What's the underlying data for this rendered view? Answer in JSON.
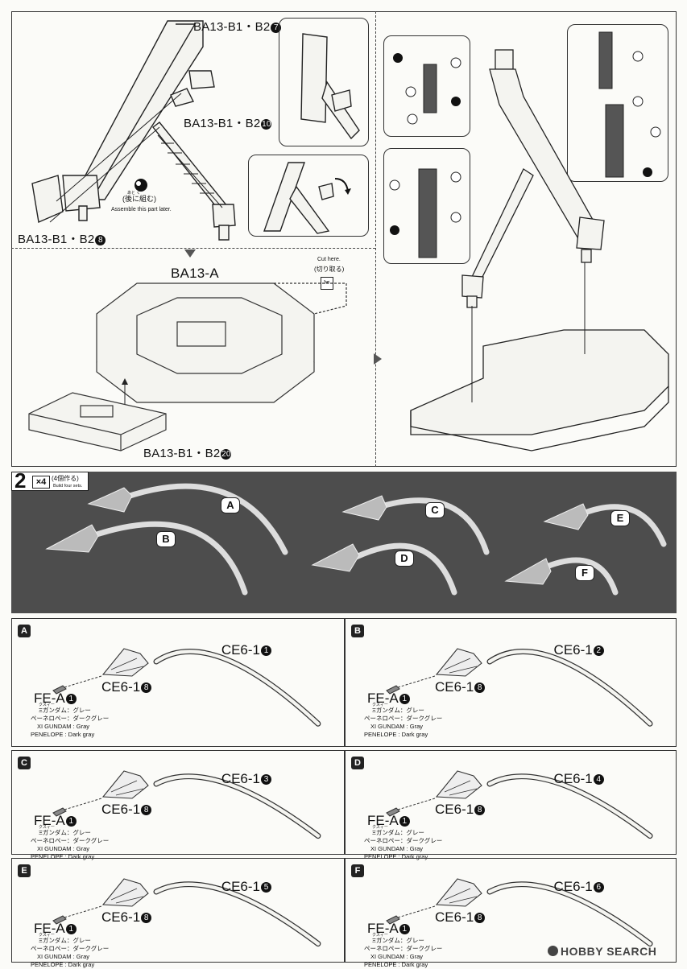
{
  "step1": {
    "top_left": {
      "part_b7": "BA13-B1・B2",
      "part_b7_num": "7",
      "part_b10": "BA13-B1・B2",
      "part_b10_num": "10",
      "part_b8": "BA13-B1・B2",
      "part_b8_num": "8",
      "note_jp": "(後に組む)",
      "note_furigana": "あと く",
      "note_en": "Assemble this part later."
    },
    "base": {
      "title": "BA13-A",
      "cut_en": "Cut here.",
      "cut_jp": "(切り取る)",
      "part_b20": "BA13-B1・B2",
      "part_b20_num": "20"
    }
  },
  "step2": {
    "number": "2",
    "multiplier": "×4",
    "multiplier_jp": "(4個作る)",
    "multiplier_en": "Build four sets.",
    "effect_letters": [
      "A",
      "B",
      "C",
      "D",
      "E",
      "F"
    ]
  },
  "panels": [
    {
      "letter": "A",
      "curve": "CE6-1",
      "curve_num": "1",
      "tip": "CE6-1",
      "tip_num": "8",
      "fe": "FE-A",
      "fe_num": "1",
      "furigana": "クスィー",
      "c1": "Ξガンダム：グレー",
      "c2": "ペーネロペー：ダークグレー",
      "c3": "XI GUNDAM : Gray",
      "c4": "PENELOPE : Dark gray"
    },
    {
      "letter": "B",
      "curve": "CE6-1",
      "curve_num": "2",
      "tip": "CE6-1",
      "tip_num": "8",
      "fe": "FE-A",
      "fe_num": "1",
      "furigana": "クスィー",
      "c1": "Ξガンダム：グレー",
      "c2": "ペーネロペー：ダークグレー",
      "c3": "XI GUNDAM : Gray",
      "c4": "PENELOPE : Dark gray"
    },
    {
      "letter": "C",
      "curve": "CE6-1",
      "curve_num": "3",
      "tip": "CE6-1",
      "tip_num": "8",
      "fe": "FE-A",
      "fe_num": "1",
      "furigana": "クスィー",
      "c1": "Ξガンダム：グレー",
      "c2": "ペーネロペー：ダークグレー",
      "c3": "XI GUNDAM : Gray",
      "c4": "PENELOPE : Dark gray"
    },
    {
      "letter": "D",
      "curve": "CE6-1",
      "curve_num": "4",
      "tip": "CE6-1",
      "tip_num": "8",
      "fe": "FE-A",
      "fe_num": "1",
      "furigana": "クスィー",
      "c1": "Ξガンダム：グレー",
      "c2": "ペーネロペー：ダークグレー",
      "c3": "XI GUNDAM : Gray",
      "c4": "PENELOPE : Dark gray"
    },
    {
      "letter": "E",
      "curve": "CE6-1",
      "curve_num": "5",
      "tip": "CE6-1",
      "tip_num": "8",
      "fe": "FE-A",
      "fe_num": "1",
      "furigana": "クスィー",
      "c1": "Ξガンダム：グレー",
      "c2": "ペーネロペー：ダークグレー",
      "c3": "XI GUNDAM : Gray",
      "c4": "PENELOPE : Dark gray"
    },
    {
      "letter": "F",
      "curve": "CE6-1",
      "curve_num": "6",
      "tip": "CE6-1",
      "tip_num": "8",
      "fe": "FE-A",
      "fe_num": "1",
      "furigana": "クスィー",
      "c1": "Ξガンダム：グレー",
      "c2": "ペーネロペー：ダークグレー",
      "c3": "XI GUNDAM : Gray",
      "c4": "PENELOPE : Dark gray"
    }
  ],
  "watermark": "HOBBY SEARCH",
  "colors": {
    "dark_band": "#4d4d4d",
    "line": "#222222",
    "paper": "#fbfbf8"
  }
}
